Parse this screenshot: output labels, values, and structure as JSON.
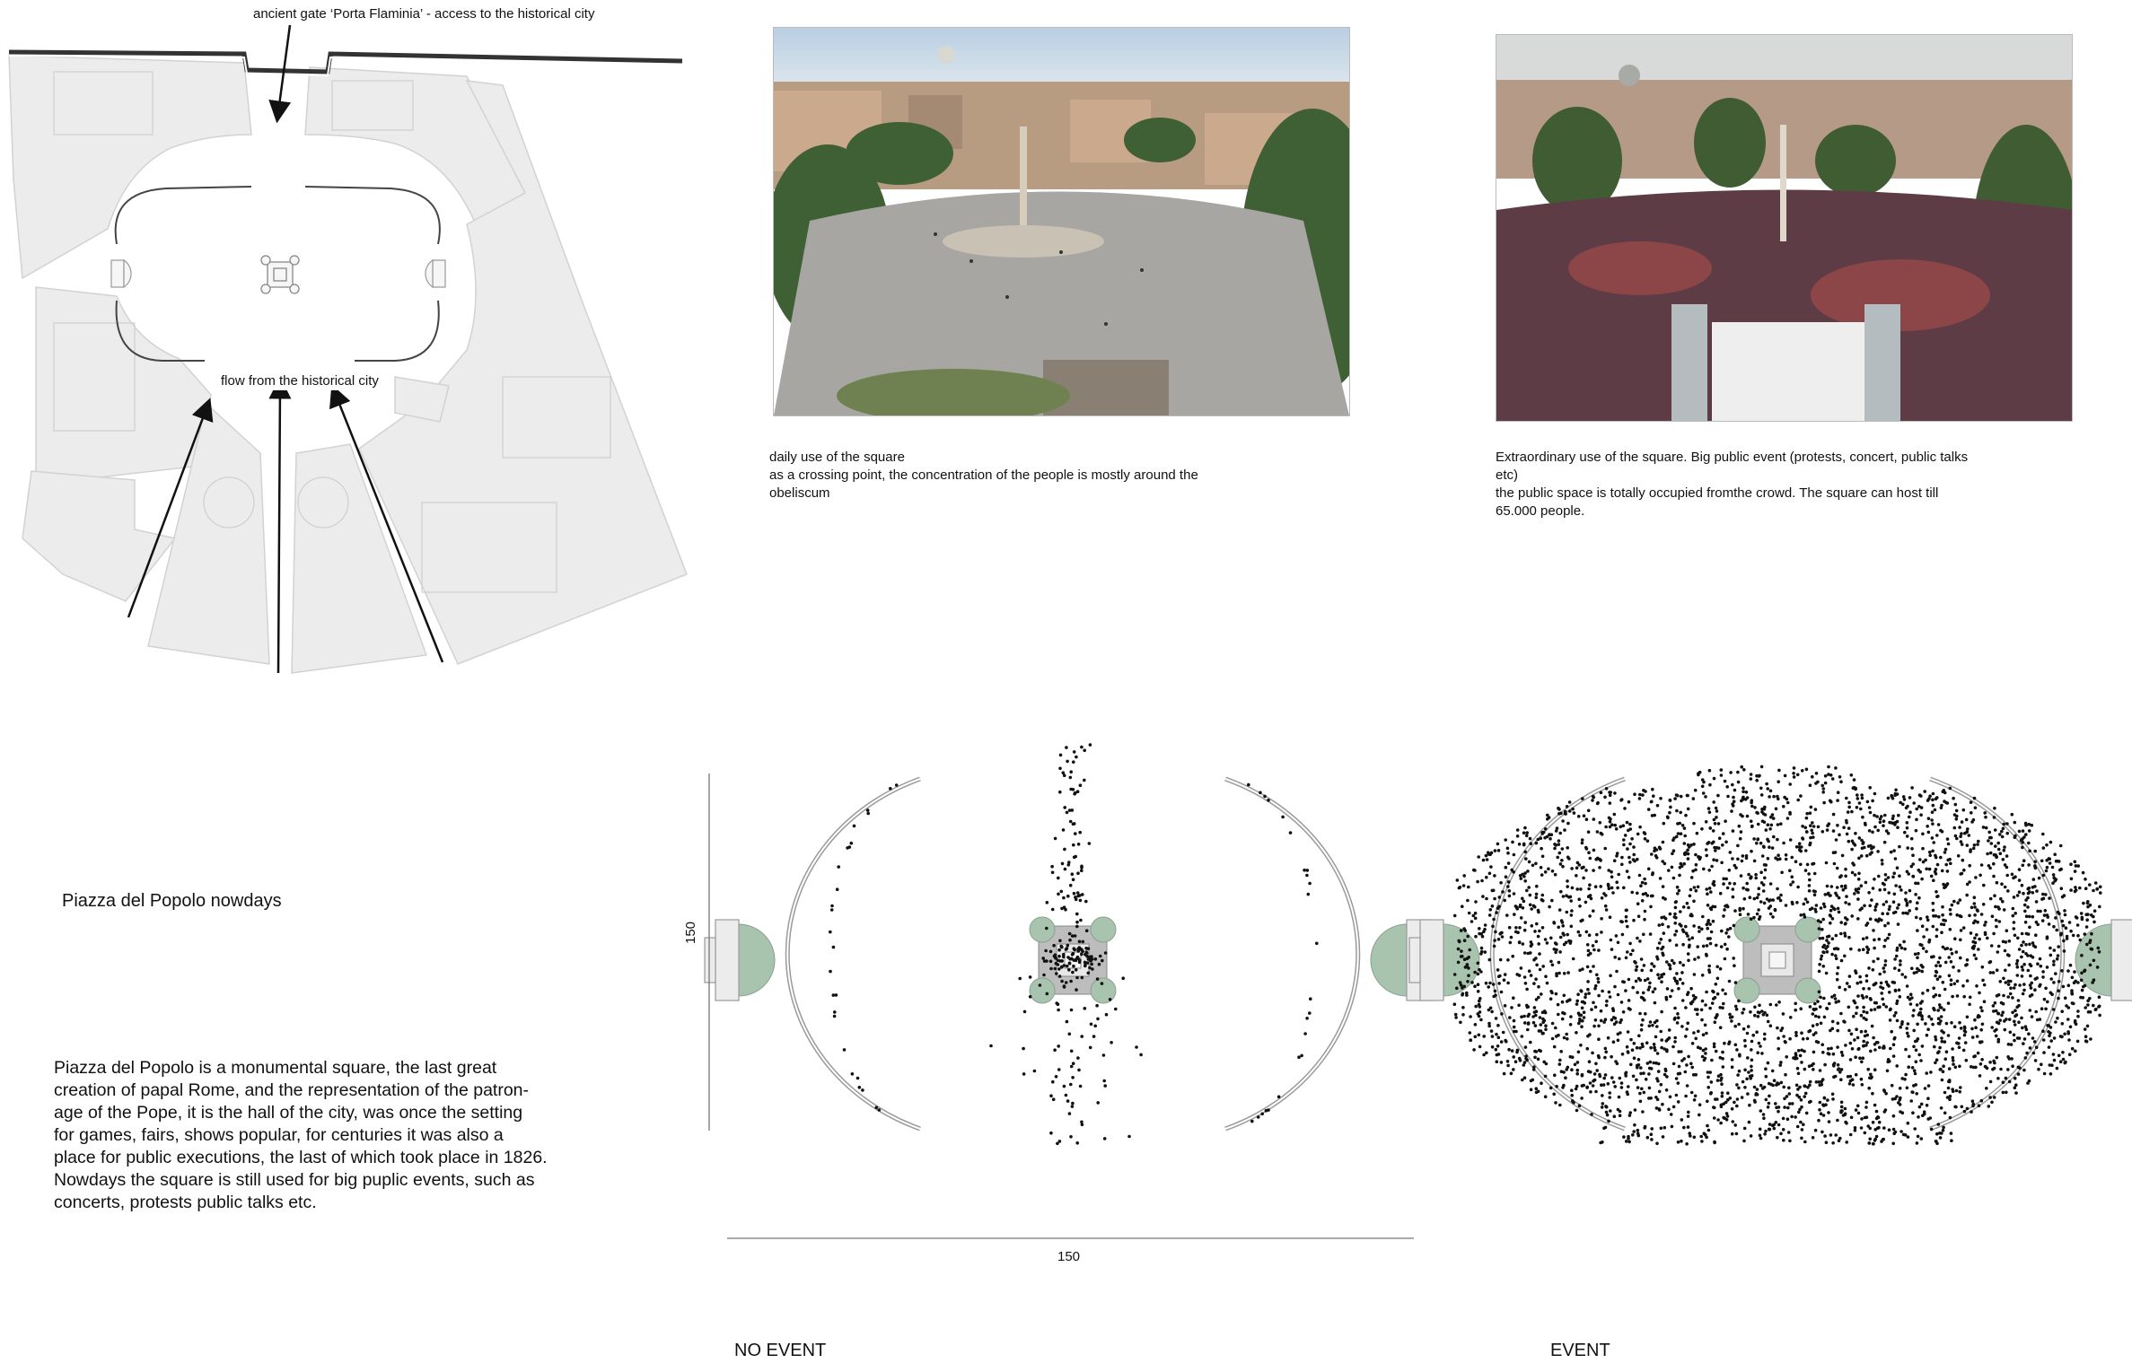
{
  "site_plan": {
    "gate_label": "ancient gate ‘Porta Flaminia’  - access to the historical city",
    "flow_label": "flow  from the historical city"
  },
  "photos": {
    "daily": {
      "alt": "daily use photo",
      "caption": [
        "daily use of the square",
        "as a crossing point, the concentration of the people is mostly around the",
        "obeliscum"
      ]
    },
    "event": {
      "alt": "event photo",
      "caption": [
        "Extraordinary use of the square. Big public event (protests, concert, public talks",
        "etc)",
        "the public space is totally occupied fromthe crowd. The square can host till",
        "65.000 people."
      ]
    }
  },
  "intro": {
    "title": "Piazza del Popolo nowdays",
    "paragraph": [
      "Piazza del Popolo is a monumental square, the last great",
      "creation of papal Rome, and the representation of the patron-",
      "age of the Pope, it is the hall of the city, was once the setting",
      "for games, fairs, shows popular, for centuries it was also a",
      "place for public executions, the last of which took place in 1826.",
      "Nowdays the square is still used for big puplic events, such as",
      "concerts, protests public talks etc."
    ]
  },
  "diagrams": {
    "no_event": {
      "label": "NO EVENT",
      "dim_vertical": "150",
      "dim_horizontal": "150",
      "people_count": 300
    },
    "event": {
      "label": "EVENT",
      "people_count": 3600
    }
  },
  "colors": {
    "block_fill": "#ececec",
    "block_stroke": "#d2d2d2",
    "fountain_green": "#a9c4ae",
    "line": "#444444",
    "dot": "#111111"
  }
}
